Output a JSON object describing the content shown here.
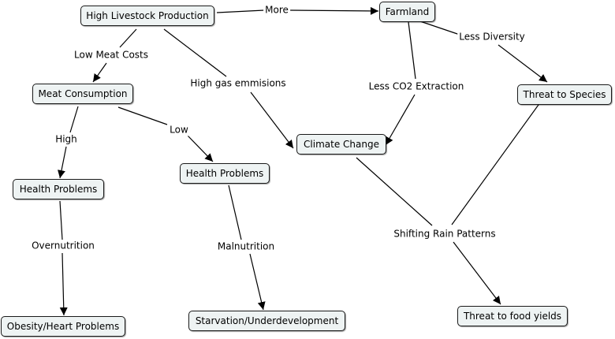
{
  "nodes": {
    "high_livestock": "High Livestock Production",
    "farmland": "Farmland",
    "meat_consumption": "Meat Consumption",
    "threat_species": "Threat to Species",
    "climate_change": "Climate Change",
    "health_problems_high": "Health Problems",
    "health_problems_low": "Health Problems",
    "obesity": "Obesity/Heart Problems",
    "starvation": "Starvation/Underdevelopment",
    "food_yields": "Threat to food yields"
  },
  "links": {
    "more": "More",
    "low_meat_costs": "Low Meat Costs",
    "high_gas": "High gas emmisions",
    "less_diversity": "Less Diversity",
    "less_co2": "Less CO2 Extraction",
    "high": "High",
    "low": "Low",
    "overnutrition": "Overnutrition",
    "malnutrition": "Malnutrition",
    "shifting_rain": "Shifting Rain Patterns"
  }
}
